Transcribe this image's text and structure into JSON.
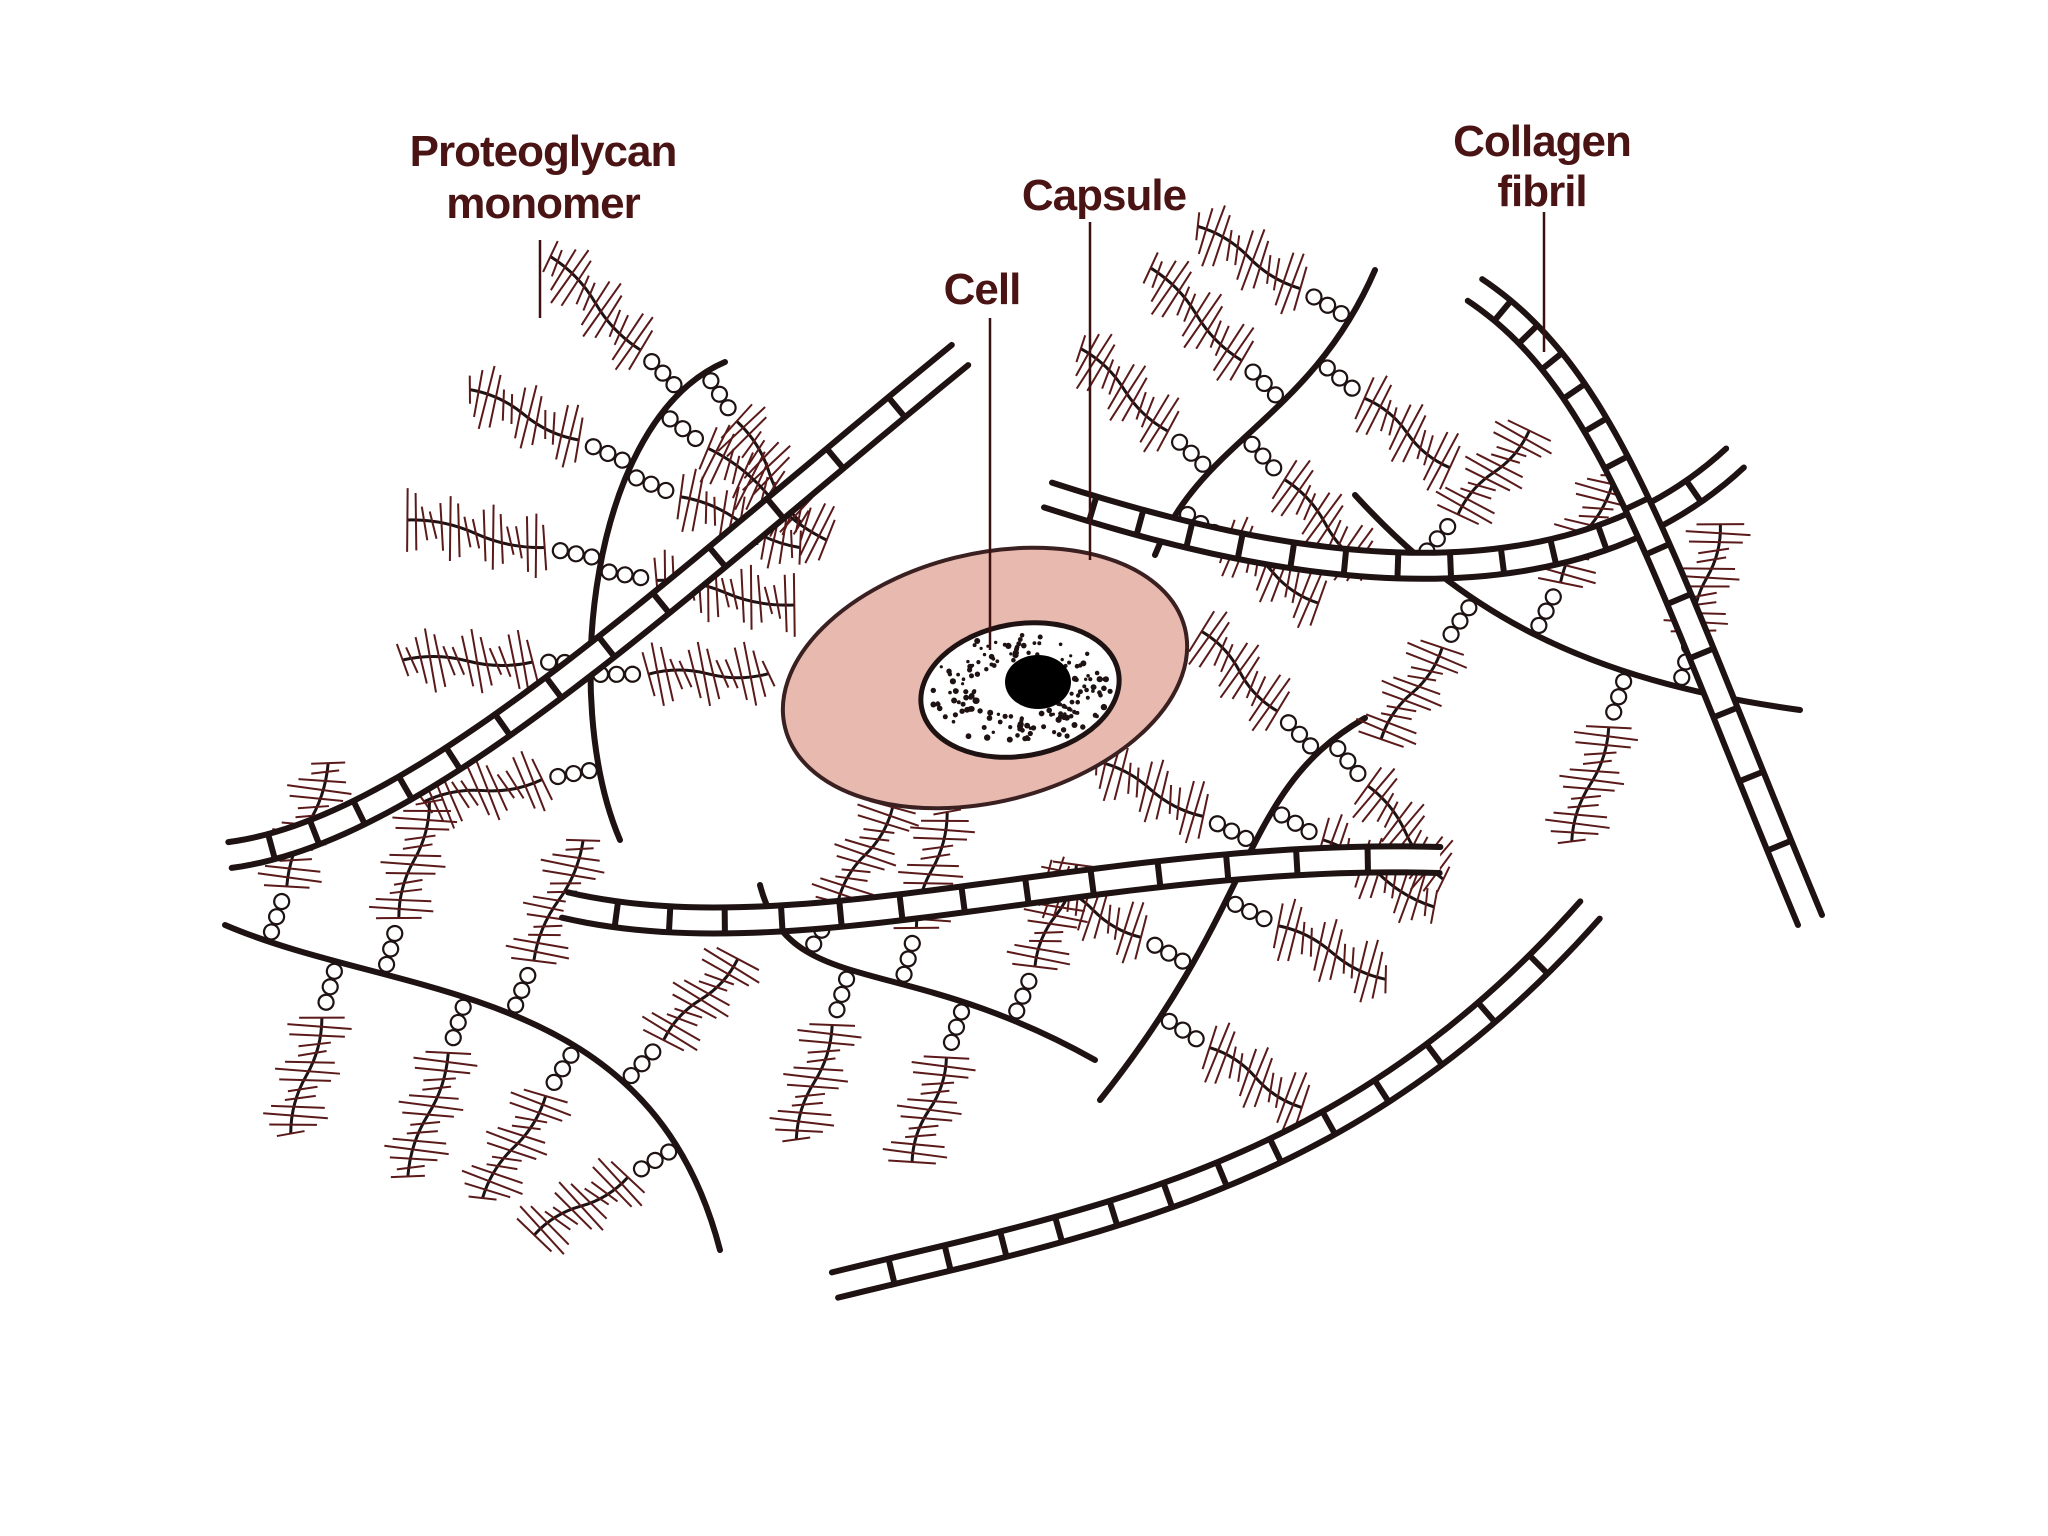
{
  "labels": {
    "proteoglycan_line1": "Proteoglycan",
    "proteoglycan_line2": "monomer",
    "capsule": "Capsule",
    "cell": "Cell",
    "collagen_line1": "Collagen",
    "collagen_line2": "fibril"
  },
  "colors": {
    "background": "#ffffff",
    "ink": "#1e1212",
    "label_text": "#4a1414",
    "proteoglycan_bristle": "#5a1a1a",
    "capsule_fill": "#e8b9ae",
    "capsule_stroke": "#3a2020",
    "cell_fill": "#ffffff",
    "nucleus_fill": "#000000",
    "collagen_fill": "#ffffff"
  }
}
